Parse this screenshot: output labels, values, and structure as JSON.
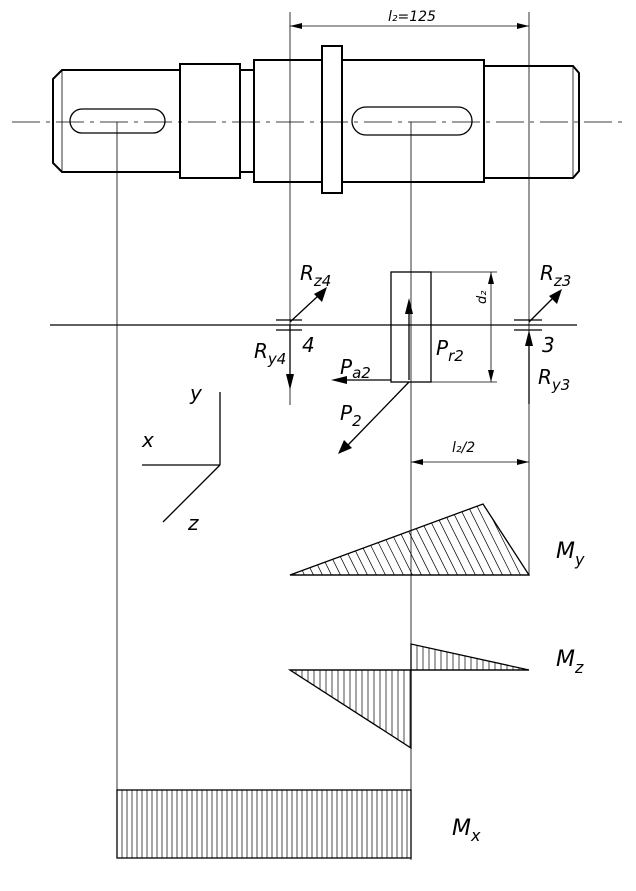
{
  "dimensions": {
    "span": "l₂=125",
    "half_span": "l₂/2",
    "gear_diameter": "d₂"
  },
  "forces": {
    "rz4": {
      "main": "R",
      "sub": "z4"
    },
    "ry4": {
      "main": "R",
      "sub": "y4"
    },
    "rz3": {
      "main": "R",
      "sub": "z3"
    },
    "ry3": {
      "main": "R",
      "sub": "y3"
    },
    "pa2": {
      "main": "P",
      "sub": "a2"
    },
    "pr2": {
      "main": "P",
      "sub": "r2"
    },
    "p2": {
      "main": "P",
      "sub": "2"
    }
  },
  "supports": {
    "left": "4",
    "right": "3"
  },
  "axes": {
    "x": "x",
    "y": "y",
    "z": "z"
  },
  "moments": {
    "my": {
      "main": "M",
      "sub": "y"
    },
    "mz": {
      "main": "M",
      "sub": "z"
    },
    "mx": {
      "main": "M",
      "sub": "x"
    }
  }
}
